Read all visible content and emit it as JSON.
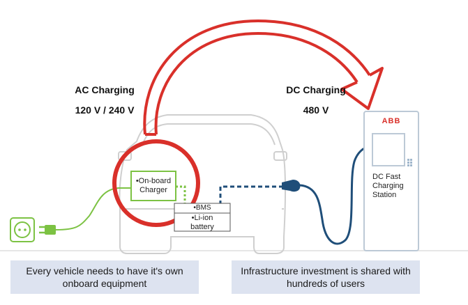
{
  "ac": {
    "title": "AC Charging",
    "voltage": "120 V / 240 V"
  },
  "dc": {
    "title": "DC Charging",
    "voltage": "480 V"
  },
  "charger": {
    "line1": "•On-board",
    "line2": "Charger"
  },
  "bms": {
    "label": "•BMS"
  },
  "battery": {
    "line1": "•Li-ion",
    "line2": "battery"
  },
  "station": {
    "brand": "ABB",
    "line1": "DC Fast",
    "line2": "Charging",
    "line3": "Station"
  },
  "captions": {
    "left": "Every vehicle needs to have it's own onboard equipment",
    "right": "Infrastructure investment is shared with hundreds of users"
  },
  "colors": {
    "ac_cable": "#7cc243",
    "dc_cable": "#1f4e79",
    "highlight": "#d9302a",
    "outline": "#c8c8c8",
    "caption_bg": "#dde3f0"
  }
}
